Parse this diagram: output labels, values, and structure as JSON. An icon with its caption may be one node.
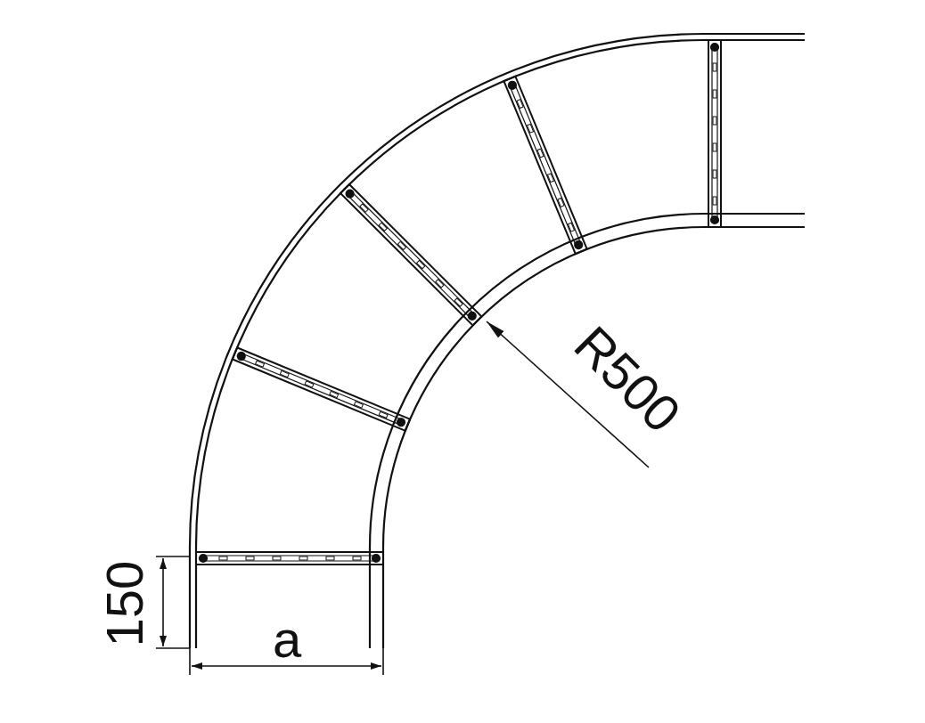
{
  "diagram": {
    "labels": [
      "R500",
      "150",
      "a"
    ]
  }
}
